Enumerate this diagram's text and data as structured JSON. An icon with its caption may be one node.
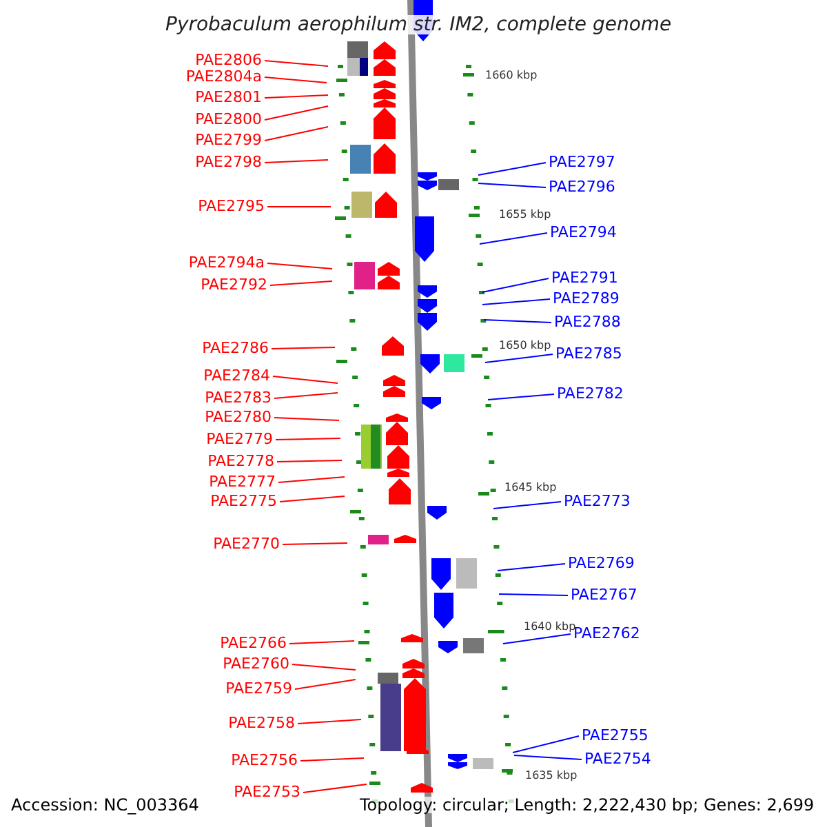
{
  "diagram": {
    "title": "Pyrobaculum aerophilum str. IM2, complete genome",
    "nodes": [
      {
        "text": [
          "PAE2806"
        ]
      },
      {
        "text": [
          "PAE2804a"
        ]
      },
      {
        "text": [
          "PAE2801"
        ]
      },
      {
        "text": [
          "PAE2800"
        ]
      },
      {
        "text": [
          "PAE2799"
        ]
      },
      {
        "text": [
          "PAE2798"
        ]
      },
      {
        "text": [
          "PAE2795"
        ]
      },
      {
        "text": [
          "PAE2794a"
        ]
      },
      {
        "text": [
          "PAE2792"
        ]
      },
      {
        "text": [
          "PAE2786"
        ]
      },
      {
        "text": [
          "PAE2784"
        ]
      },
      {
        "text": [
          "PAE2783"
        ]
      },
      {
        "text": [
          "PAE2780"
        ]
      },
      {
        "text": [
          "PAE2779"
        ]
      },
      {
        "text": [
          "PAE2778"
        ]
      },
      {
        "text": [
          "PAE2777"
        ]
      },
      {
        "text": [
          "PAE2775"
        ]
      },
      {
        "text": [
          "PAE2770"
        ]
      },
      {
        "text": [
          "PAE2766"
        ]
      },
      {
        "text": [
          "PAE2760"
        ]
      },
      {
        "text": [
          "PAE2759"
        ]
      },
      {
        "text": [
          "PAE2758"
        ]
      },
      {
        "text": [
          "PAE2756"
        ]
      },
      {
        "text": [
          "PAE2753"
        ]
      },
      {
        "text": [
          "PAE2797"
        ]
      },
      {
        "text": [
          "PAE2796"
        ]
      },
      {
        "text": [
          "PAE2794"
        ]
      },
      {
        "text": [
          "PAE2791"
        ]
      },
      {
        "text": [
          "PAE2789"
        ]
      },
      {
        "text": [
          "PAE2788"
        ]
      },
      {
        "text": [
          "PAE2785"
        ]
      },
      {
        "text": [
          "PAE2782"
        ]
      },
      {
        "text": [
          "PAE2773"
        ]
      },
      {
        "text": [
          "PAE2769"
        ]
      },
      {
        "text": [
          "PAE2767"
        ]
      },
      {
        "text": [
          "PAE2762"
        ]
      },
      {
        "text": [
          "PAE2755"
        ]
      },
      {
        "text": [
          "PAE2754"
        ]
      }
    ],
    "edges": [
      {
        "from": 0,
        "to": null,
        "arrow": "none",
        "color": "#ff0000"
      },
      {
        "from": 1,
        "to": null,
        "arrow": "none",
        "color": "#ff0000"
      },
      {
        "from": 2,
        "to": null,
        "arrow": "none",
        "color": "#ff0000"
      },
      {
        "from": 3,
        "to": null,
        "arrow": "none",
        "color": "#ff0000"
      },
      {
        "from": 4,
        "to": null,
        "arrow": "none",
        "color": "#ff0000"
      },
      {
        "from": 5,
        "to": null,
        "arrow": "none",
        "color": "#ff0000"
      },
      {
        "from": 6,
        "to": null,
        "arrow": "none",
        "color": "#ff0000"
      },
      {
        "from": 7,
        "to": null,
        "arrow": "none",
        "color": "#ff0000"
      },
      {
        "from": 8,
        "to": null,
        "arrow": "none",
        "color": "#ff0000"
      },
      {
        "from": 9,
        "to": null,
        "arrow": "none",
        "color": "#ff0000"
      },
      {
        "from": 10,
        "to": null,
        "arrow": "none",
        "color": "#ff0000"
      },
      {
        "from": 11,
        "to": null,
        "arrow": "none",
        "color": "#ff0000"
      },
      {
        "from": 12,
        "to": null,
        "arrow": "none",
        "color": "#ff0000"
      },
      {
        "from": 13,
        "to": null,
        "arrow": "none",
        "color": "#ff0000"
      },
      {
        "from": 14,
        "to": null,
        "arrow": "none",
        "color": "#ff0000"
      },
      {
        "from": 15,
        "to": null,
        "arrow": "none",
        "color": "#ff0000"
      },
      {
        "from": 16,
        "to": null,
        "arrow": "none",
        "color": "#ff0000"
      },
      {
        "from": 17,
        "to": null,
        "arrow": "none",
        "color": "#ff0000"
      },
      {
        "from": 18,
        "to": null,
        "arrow": "none",
        "color": "#ff0000"
      },
      {
        "from": 19,
        "to": null,
        "arrow": "none",
        "color": "#ff0000"
      },
      {
        "from": 20,
        "to": null,
        "arrow": "none",
        "color": "#ff0000"
      },
      {
        "from": 21,
        "to": null,
        "arrow": "none",
        "color": "#ff0000"
      },
      {
        "from": 22,
        "to": null,
        "arrow": "none",
        "color": "#ff0000"
      },
      {
        "from": 23,
        "to": null,
        "arrow": "none",
        "color": "#ff0000"
      },
      {
        "from": 24,
        "to": null,
        "arrow": "none",
        "color": "#0000ff"
      },
      {
        "from": 25,
        "to": null,
        "arrow": "none",
        "color": "#0000ff"
      },
      {
        "from": 26,
        "to": null,
        "arrow": "none",
        "color": "#0000ff"
      },
      {
        "from": 27,
        "to": null,
        "arrow": "none",
        "color": "#0000ff"
      },
      {
        "from": 28,
        "to": null,
        "arrow": "none",
        "color": "#0000ff"
      },
      {
        "from": 29,
        "to": null,
        "arrow": "none",
        "color": "#0000ff"
      },
      {
        "from": 30,
        "to": null,
        "arrow": "none",
        "color": "#0000ff"
      },
      {
        "from": 31,
        "to": null,
        "arrow": "none",
        "color": "#0000ff"
      },
      {
        "from": 32,
        "to": null,
        "arrow": "none",
        "color": "#0000ff"
      },
      {
        "from": 33,
        "to": null,
        "arrow": "none",
        "color": "#0000ff"
      },
      {
        "from": 34,
        "to": null,
        "arrow": "none",
        "color": "#0000ff"
      },
      {
        "from": 35,
        "to": null,
        "arrow": "none",
        "color": "#0000ff"
      },
      {
        "from": 36,
        "to": null,
        "arrow": "none",
        "color": "#0000ff"
      },
      {
        "from": 37,
        "to": null,
        "arrow": "none",
        "color": "#0000ff"
      }
    ],
    "labels": [
      "1660 kbp",
      "1655 kbp",
      "1650 kbp",
      "1645 kbp",
      "1640 kbp",
      "1635 kbp",
      "Accession: NC_003364",
      "Topology: circular; Length: 2,222,430 bp; Genes: 2,699"
    ]
  }
}
